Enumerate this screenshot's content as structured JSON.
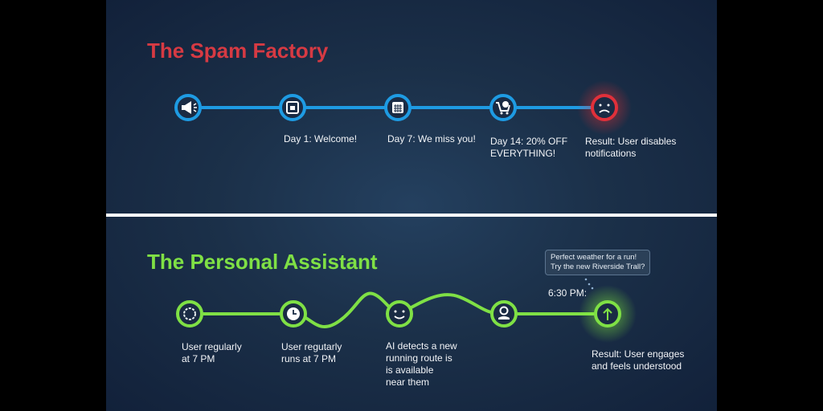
{
  "spam": {
    "title": "The Spam Factory",
    "color": "#d63a43",
    "line_color": "#1e9be3",
    "steps": [
      {
        "icon": "megaphone-icon",
        "label": ""
      },
      {
        "icon": "calendar-icon",
        "label": "Day 1: Welcome!"
      },
      {
        "icon": "calendar-grid-icon",
        "label": "Day 7: We miss you!"
      },
      {
        "icon": "shopping-cart-icon",
        "label": "Day 14: 20% OFF\nEVERYTHING!"
      },
      {
        "icon": "sad-face-icon",
        "label": "Result: User disables\nnotifications"
      }
    ]
  },
  "assistant": {
    "title": "The Personal Assistant",
    "color": "#7fe045",
    "steps": [
      {
        "icon": "brain-icon",
        "label": "User regularly\n          at 7 PM"
      },
      {
        "icon": "clock-icon",
        "label": "User regutarly\nruns at 7 PM"
      },
      {
        "icon": "smile-face-icon",
        "label": "AI detects a new\nrunning route is\nis available\n near them"
      },
      {
        "icon": "user-icon",
        "label": ""
      },
      {
        "icon": "arrow-up-icon",
        "label": "Result: User engages\nand feels understood"
      }
    ],
    "time_label": "6:30 PM:",
    "notification": "Perfect weather for a run!\nTry the new Riverside Trall?"
  }
}
